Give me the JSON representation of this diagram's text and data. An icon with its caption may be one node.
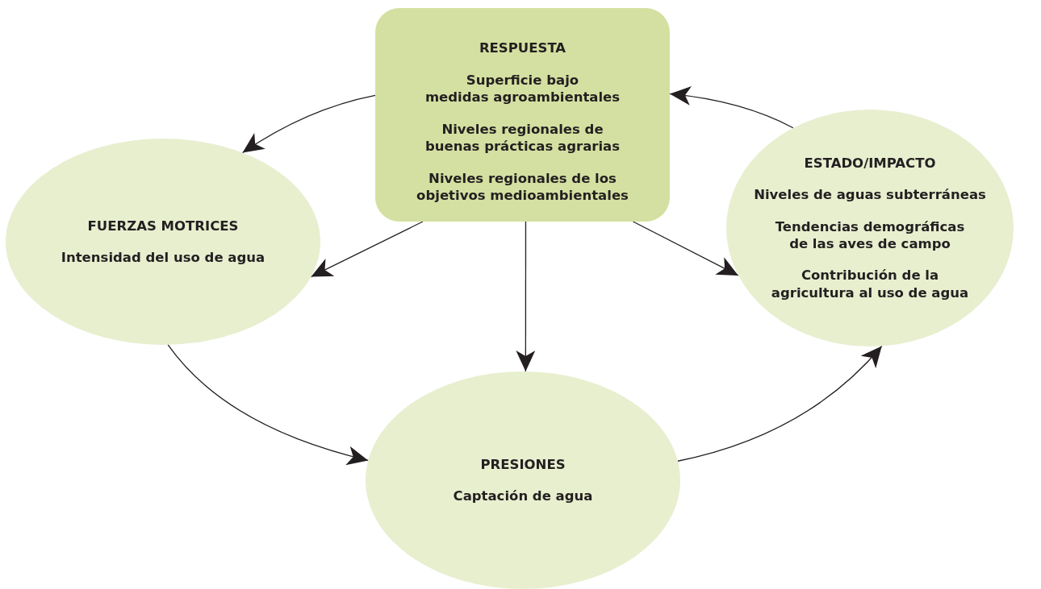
{
  "diagram": {
    "nodes": [
      {
        "text": [
          "RESPUESTA",
          "Superficie bajo medidas agroambientales",
          "Niveles regionales de buenas prácticas agrarias",
          "Niveles regionales de los objetivos medioambientales"
        ]
      },
      {
        "text": [
          "FUERZAS MOTRICES",
          "Intensidad del uso de agua"
        ]
      },
      {
        "text": [
          "ESTADO/IMPACTO",
          "Niveles de aguas subterráneas",
          "Tendencias demográficas de las aves de campo",
          "Contribución de la agricultura al uso de agua"
        ]
      },
      {
        "text": [
          "PRESIONES",
          "Captación de agua"
        ]
      }
    ],
    "edges": [
      {
        "from": 0,
        "to": 1,
        "arrow": "to"
      },
      {
        "from": 0,
        "to": 1,
        "arrow": "to"
      },
      {
        "from": 0,
        "to": 3,
        "arrow": "to"
      },
      {
        "from": 0,
        "to": 2,
        "arrow": "to"
      },
      {
        "from": 2,
        "to": 0,
        "arrow": "to"
      },
      {
        "from": 1,
        "to": 3,
        "arrow": "to"
      },
      {
        "from": 3,
        "to": 2,
        "arrow": "to"
      }
    ]
  }
}
